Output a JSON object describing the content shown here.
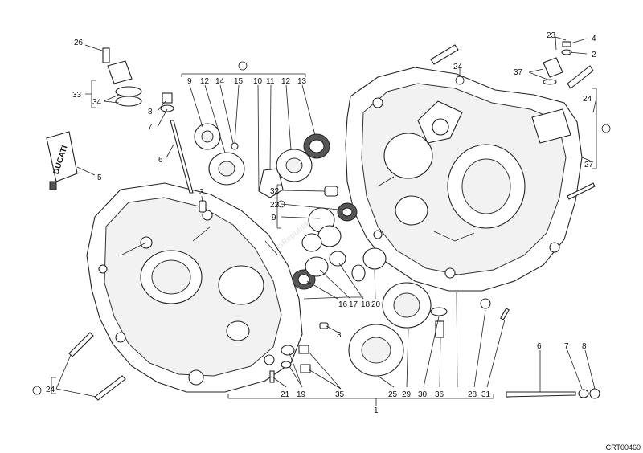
{
  "diagram": {
    "drawing_code": "CRT00460",
    "tube_label": "DUCATI",
    "watermark": "PartsRepublik",
    "callouts": [
      {
        "id": "c26",
        "text": "26"
      },
      {
        "id": "c33",
        "text": "33"
      },
      {
        "id": "c34",
        "text": "34"
      },
      {
        "id": "c8a",
        "text": "8"
      },
      {
        "id": "c7a",
        "text": "7"
      },
      {
        "id": "c6a",
        "text": "6"
      },
      {
        "id": "c5",
        "text": "5"
      },
      {
        "id": "c9a",
        "text": "9"
      },
      {
        "id": "c12a",
        "text": "12"
      },
      {
        "id": "c14",
        "text": "14"
      },
      {
        "id": "c15",
        "text": "15"
      },
      {
        "id": "c10",
        "text": "10"
      },
      {
        "id": "c11",
        "text": "11"
      },
      {
        "id": "c12b",
        "text": "12"
      },
      {
        "id": "c13",
        "text": "13"
      },
      {
        "id": "c3a",
        "text": "3"
      },
      {
        "id": "c32",
        "text": "32"
      },
      {
        "id": "c22",
        "text": "22"
      },
      {
        "id": "c9b",
        "text": "9"
      },
      {
        "id": "c24a",
        "text": "24"
      },
      {
        "id": "c23",
        "text": "23"
      },
      {
        "id": "c4",
        "text": "4"
      },
      {
        "id": "c2",
        "text": "2"
      },
      {
        "id": "c37",
        "text": "37"
      },
      {
        "id": "c24b",
        "text": "24"
      },
      {
        "id": "c27",
        "text": "27"
      },
      {
        "id": "c16",
        "text": "16"
      },
      {
        "id": "c17",
        "text": "17"
      },
      {
        "id": "c18",
        "text": "18"
      },
      {
        "id": "c20",
        "text": "20"
      },
      {
        "id": "c3b",
        "text": "3"
      },
      {
        "id": "c24c",
        "text": "24"
      },
      {
        "id": "c21",
        "text": "21"
      },
      {
        "id": "c19",
        "text": "19"
      },
      {
        "id": "c35",
        "text": "35"
      },
      {
        "id": "c25",
        "text": "25"
      },
      {
        "id": "c29",
        "text": "29"
      },
      {
        "id": "c30",
        "text": "30"
      },
      {
        "id": "c36",
        "text": "36"
      },
      {
        "id": "c28",
        "text": "28"
      },
      {
        "id": "c31",
        "text": "31"
      },
      {
        "id": "c1",
        "text": "1"
      },
      {
        "id": "c6b",
        "text": "6"
      },
      {
        "id": "c7b",
        "text": "7"
      },
      {
        "id": "c8b",
        "text": "8"
      }
    ]
  }
}
